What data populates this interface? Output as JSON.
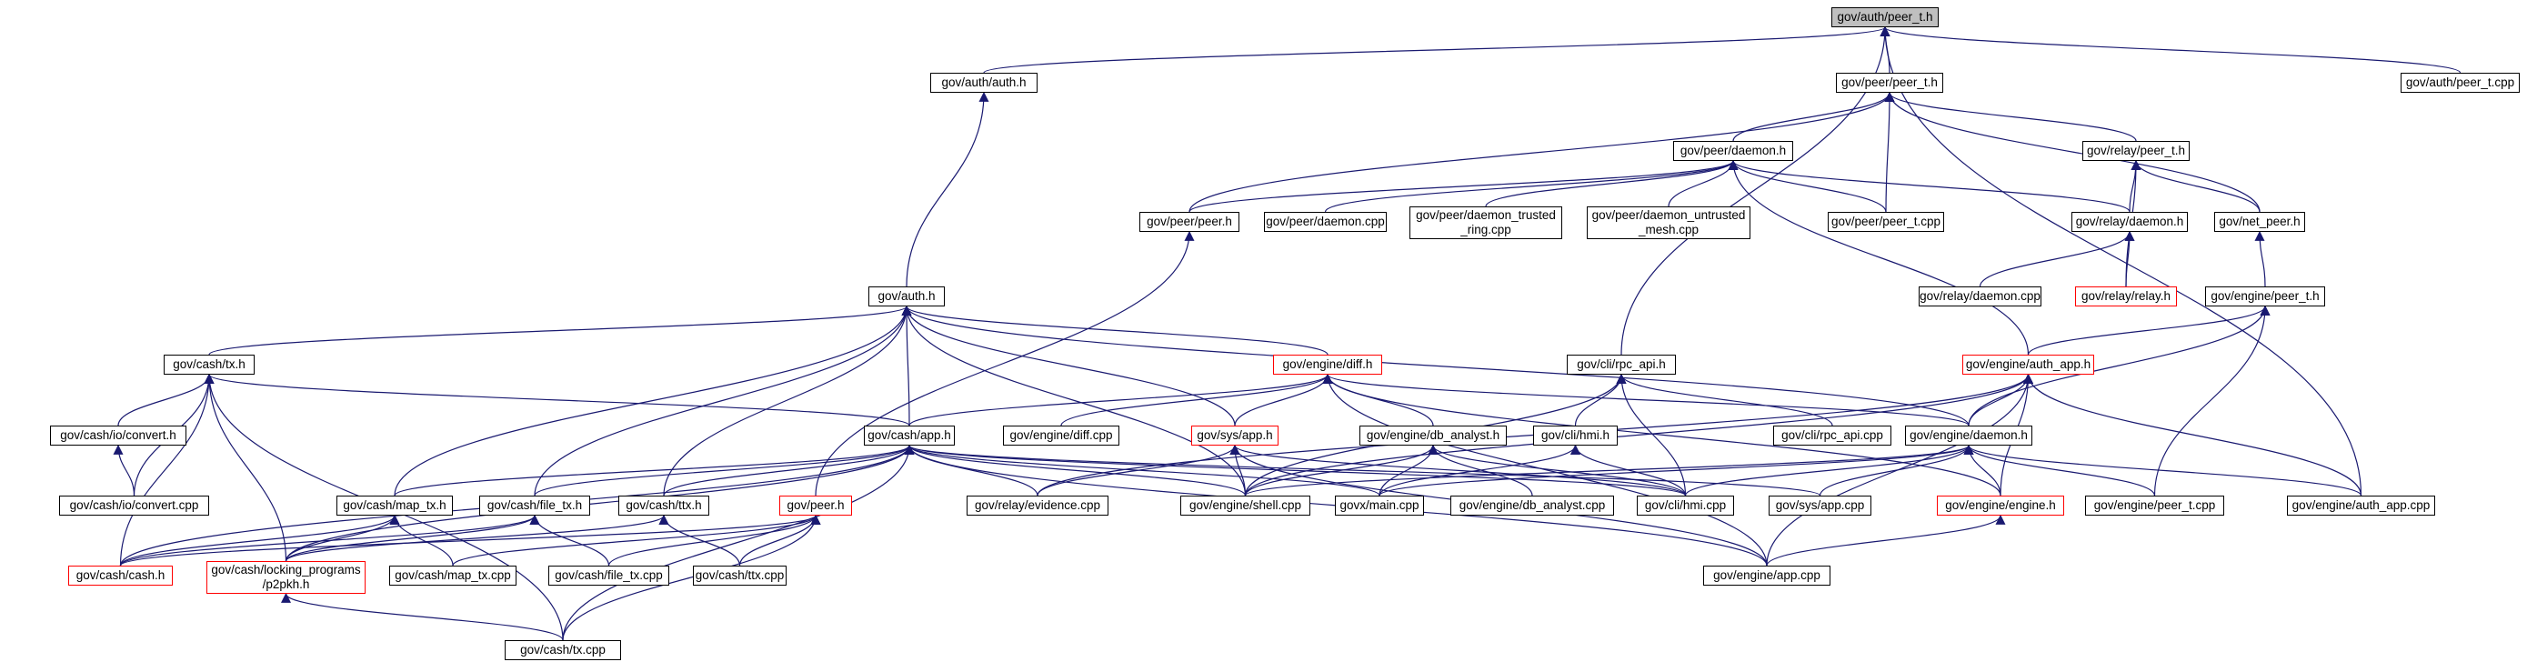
{
  "diagram": {
    "root": "gov/auth/peer_t.h",
    "edge_color": "#191970",
    "node_border_default": "#000000",
    "node_border_highlight": "#ff0000",
    "root_fill": "#bfbfbf",
    "nodes": [
      {
        "id": "root",
        "label": "gov/auth/peer_t.h",
        "style": "root"
      },
      {
        "id": "auth_h",
        "label": "gov/auth/auth.h",
        "style": "normal"
      },
      {
        "id": "peer_peer_t_h",
        "label": "gov/peer/peer_t.h",
        "style": "normal"
      },
      {
        "id": "auth_peer_t_cpp",
        "label": "gov/auth/peer_t.cpp",
        "style": "normal"
      },
      {
        "id": "peer_daemon_h",
        "label": "gov/peer/daemon.h",
        "style": "normal"
      },
      {
        "id": "relay_peer_t_h",
        "label": "gov/relay/peer_t.h",
        "style": "normal"
      },
      {
        "id": "peer_peer_h",
        "label": "gov/peer/peer.h",
        "style": "normal"
      },
      {
        "id": "peer_daemon_cpp",
        "label": "gov/peer/daemon.cpp",
        "style": "normal"
      },
      {
        "id": "peer_daemon_trusted",
        "label": "gov/peer/daemon_trusted\n_ring.cpp",
        "style": "normal"
      },
      {
        "id": "peer_daemon_untrusted",
        "label": "gov/peer/daemon_untrusted\n_mesh.cpp",
        "style": "normal"
      },
      {
        "id": "peer_peer_t_cpp",
        "label": "gov/peer/peer_t.cpp",
        "style": "normal"
      },
      {
        "id": "relay_daemon_h",
        "label": "gov/relay/daemon.h",
        "style": "normal"
      },
      {
        "id": "net_peer_h",
        "label": "gov/net_peer.h",
        "style": "normal"
      },
      {
        "id": "relay_daemon_cpp",
        "label": "gov/relay/daemon.cpp",
        "style": "normal"
      },
      {
        "id": "relay_relay_h",
        "label": "gov/relay/relay.h",
        "style": "red"
      },
      {
        "id": "engine_peer_t_h",
        "label": "gov/engine/peer_t.h",
        "style": "normal"
      },
      {
        "id": "auth_h2",
        "label": "gov/auth.h",
        "style": "normal"
      },
      {
        "id": "cash_tx_h",
        "label": "gov/cash/tx.h",
        "style": "normal"
      },
      {
        "id": "engine_diff_h",
        "label": "gov/engine/diff.h",
        "style": "red"
      },
      {
        "id": "cli_rpc_api_h",
        "label": "gov/cli/rpc_api.h",
        "style": "normal"
      },
      {
        "id": "engine_auth_app_h",
        "label": "gov/engine/auth_app.h",
        "style": "red"
      },
      {
        "id": "cash_io_convert_h",
        "label": "gov/cash/io/convert.h",
        "style": "normal"
      },
      {
        "id": "cash_app_h",
        "label": "gov/cash/app.h",
        "style": "normal"
      },
      {
        "id": "engine_diff_cpp",
        "label": "gov/engine/diff.cpp",
        "style": "normal"
      },
      {
        "id": "sys_app_h",
        "label": "gov/sys/app.h",
        "style": "red"
      },
      {
        "id": "engine_db_analyst_h",
        "label": "gov/engine/db_analyst.h",
        "style": "normal"
      },
      {
        "id": "cli_hmi_h",
        "label": "gov/cli/hmi.h",
        "style": "normal"
      },
      {
        "id": "cli_rpc_api_cpp",
        "label": "gov/cli/rpc_api.cpp",
        "style": "normal"
      },
      {
        "id": "engine_daemon_h",
        "label": "gov/engine/daemon.h",
        "style": "normal"
      },
      {
        "id": "cash_io_convert_cpp",
        "label": "gov/cash/io/convert.cpp",
        "style": "normal"
      },
      {
        "id": "cash_map_tx_h",
        "label": "gov/cash/map_tx.h",
        "style": "normal"
      },
      {
        "id": "cash_file_tx_h",
        "label": "gov/cash/file_tx.h",
        "style": "normal"
      },
      {
        "id": "cash_ttx_h",
        "label": "gov/cash/ttx.h",
        "style": "normal"
      },
      {
        "id": "peer_h",
        "label": "gov/peer.h",
        "style": "red"
      },
      {
        "id": "relay_evidence_cpp",
        "label": "gov/relay/evidence.cpp",
        "style": "normal"
      },
      {
        "id": "engine_shell_cpp",
        "label": "gov/engine/shell.cpp",
        "style": "normal"
      },
      {
        "id": "govx_main_cpp",
        "label": "govx/main.cpp",
        "style": "normal"
      },
      {
        "id": "engine_db_analyst_cpp",
        "label": "gov/engine/db_analyst.cpp",
        "style": "normal"
      },
      {
        "id": "cli_hmi_cpp",
        "label": "gov/cli/hmi.cpp",
        "style": "normal"
      },
      {
        "id": "sys_app_cpp",
        "label": "gov/sys/app.cpp",
        "style": "normal"
      },
      {
        "id": "engine_engine_h",
        "label": "gov/engine/engine.h",
        "style": "red"
      },
      {
        "id": "engine_peer_t_cpp",
        "label": "gov/engine/peer_t.cpp",
        "style": "normal"
      },
      {
        "id": "engine_auth_app_cpp",
        "label": "gov/engine/auth_app.cpp",
        "style": "normal"
      },
      {
        "id": "cash_cash_h",
        "label": "gov/cash/cash.h",
        "style": "red"
      },
      {
        "id": "cash_locking",
        "label": "gov/cash/locking_programs\n/p2pkh.h",
        "style": "red"
      },
      {
        "id": "cash_map_tx_cpp",
        "label": "gov/cash/map_tx.cpp",
        "style": "normal"
      },
      {
        "id": "cash_file_tx_cpp",
        "label": "gov/cash/file_tx.cpp",
        "style": "normal"
      },
      {
        "id": "cash_ttx_cpp",
        "label": "gov/cash/ttx.cpp",
        "style": "normal"
      },
      {
        "id": "engine_app_cpp",
        "label": "gov/engine/app.cpp",
        "style": "normal"
      },
      {
        "id": "cash_tx_cpp",
        "label": "gov/cash/tx.cpp",
        "style": "normal"
      }
    ],
    "edges": [
      [
        "auth_h",
        "root"
      ],
      [
        "peer_peer_t_h",
        "root"
      ],
      [
        "auth_peer_t_cpp",
        "root"
      ],
      [
        "cli_rpc_api_h",
        "root"
      ],
      [
        "engine_auth_app_cpp",
        "root"
      ],
      [
        "peer_daemon_h",
        "peer_peer_t_h"
      ],
      [
        "relay_peer_t_h",
        "peer_peer_t_h"
      ],
      [
        "peer_peer_h",
        "peer_peer_t_h"
      ],
      [
        "peer_peer_t_cpp",
        "peer_peer_t_h"
      ],
      [
        "net_peer_h",
        "peer_peer_t_h"
      ],
      [
        "peer_peer_h",
        "peer_daemon_h"
      ],
      [
        "peer_daemon_cpp",
        "peer_daemon_h"
      ],
      [
        "peer_daemon_trusted",
        "peer_daemon_h"
      ],
      [
        "peer_daemon_untrusted",
        "peer_daemon_h"
      ],
      [
        "peer_peer_t_cpp",
        "peer_daemon_h"
      ],
      [
        "relay_daemon_h",
        "peer_daemon_h"
      ],
      [
        "engine_auth_app_h",
        "peer_daemon_h"
      ],
      [
        "relay_daemon_h",
        "relay_peer_t_h"
      ],
      [
        "net_peer_h",
        "relay_peer_t_h"
      ],
      [
        "relay_relay_h",
        "relay_peer_t_h"
      ],
      [
        "relay_daemon_cpp",
        "relay_daemon_h"
      ],
      [
        "relay_relay_h",
        "relay_daemon_h"
      ],
      [
        "engine_peer_t_h",
        "net_peer_h"
      ],
      [
        "engine_auth_app_h",
        "engine_peer_t_h"
      ],
      [
        "engine_daemon_h",
        "engine_peer_t_h"
      ],
      [
        "engine_peer_t_cpp",
        "engine_peer_t_h"
      ],
      [
        "auth_h2",
        "auth_h"
      ],
      [
        "peer_h",
        "peer_peer_h"
      ],
      [
        "cash_tx_h",
        "auth_h2"
      ],
      [
        "cash_app_h",
        "auth_h2"
      ],
      [
        "engine_diff_h",
        "auth_h2"
      ],
      [
        "sys_app_h",
        "auth_h2"
      ],
      [
        "engine_daemon_h",
        "auth_h2"
      ],
      [
        "cash_map_tx_h",
        "auth_h2"
      ],
      [
        "cash_file_tx_h",
        "auth_h2"
      ],
      [
        "cash_ttx_h",
        "auth_h2"
      ],
      [
        "engine_shell_cpp",
        "auth_h2"
      ],
      [
        "cash_io_convert_h",
        "cash_tx_h"
      ],
      [
        "cash_io_convert_cpp",
        "cash_tx_h"
      ],
      [
        "cash_app_h",
        "cash_tx_h"
      ],
      [
        "cash_cash_h",
        "cash_tx_h"
      ],
      [
        "cash_locking",
        "cash_tx_h"
      ],
      [
        "cash_tx_cpp",
        "cash_tx_h"
      ],
      [
        "cash_io_convert_cpp",
        "cash_io_convert_h"
      ],
      [
        "cash_app_h",
        "engine_diff_h"
      ],
      [
        "engine_diff_cpp",
        "engine_diff_h"
      ],
      [
        "sys_app_h",
        "engine_diff_h"
      ],
      [
        "engine_db_analyst_h",
        "engine_diff_h"
      ],
      [
        "engine_daemon_h",
        "engine_diff_h"
      ],
      [
        "engine_engine_h",
        "engine_diff_h"
      ],
      [
        "engine_app_cpp",
        "engine_diff_h"
      ],
      [
        "cli_hmi_h",
        "cli_rpc_api_h"
      ],
      [
        "cli_rpc_api_cpp",
        "cli_rpc_api_h"
      ],
      [
        "cli_hmi_cpp",
        "cli_rpc_api_h"
      ],
      [
        "engine_shell_cpp",
        "cli_rpc_api_h"
      ],
      [
        "engine_daemon_h",
        "engine_auth_app_h"
      ],
      [
        "engine_engine_h",
        "engine_auth_app_h"
      ],
      [
        "engine_app_cpp",
        "engine_auth_app_h"
      ],
      [
        "engine_auth_app_cpp",
        "engine_auth_app_h"
      ],
      [
        "relay_evidence_cpp",
        "engine_auth_app_h"
      ],
      [
        "engine_shell_cpp",
        "engine_auth_app_h"
      ],
      [
        "cash_map_tx_h",
        "cash_app_h"
      ],
      [
        "cash_file_tx_h",
        "cash_app_h"
      ],
      [
        "cash_ttx_h",
        "cash_app_h"
      ],
      [
        "cash_cash_h",
        "cash_app_h"
      ],
      [
        "cash_locking",
        "cash_app_h"
      ],
      [
        "relay_evidence_cpp",
        "cash_app_h"
      ],
      [
        "engine_shell_cpp",
        "cash_app_h"
      ],
      [
        "govx_main_cpp",
        "cash_app_h"
      ],
      [
        "cli_hmi_cpp",
        "cash_app_h"
      ],
      [
        "engine_app_cpp",
        "cash_app_h"
      ],
      [
        "cash_tx_cpp",
        "cash_app_h"
      ],
      [
        "sys_app_cpp",
        "cash_app_h"
      ],
      [
        "relay_evidence_cpp",
        "sys_app_h"
      ],
      [
        "engine_shell_cpp",
        "sys_app_h"
      ],
      [
        "cli_hmi_cpp",
        "sys_app_h"
      ],
      [
        "engine_app_cpp",
        "sys_app_h"
      ],
      [
        "engine_shell_cpp",
        "engine_db_analyst_h"
      ],
      [
        "govx_main_cpp",
        "engine_db_analyst_h"
      ],
      [
        "engine_db_analyst_cpp",
        "engine_db_analyst_h"
      ],
      [
        "cli_hmi_cpp",
        "engine_db_analyst_h"
      ],
      [
        "govx_main_cpp",
        "cli_hmi_h"
      ],
      [
        "cli_hmi_cpp",
        "cli_hmi_h"
      ],
      [
        "sys_app_cpp",
        "engine_daemon_h"
      ],
      [
        "engine_engine_h",
        "engine_daemon_h"
      ],
      [
        "engine_peer_t_cpp",
        "engine_daemon_h"
      ],
      [
        "engine_auth_app_cpp",
        "engine_daemon_h"
      ],
      [
        "engine_shell_cpp",
        "engine_daemon_h"
      ],
      [
        "govx_main_cpp",
        "engine_daemon_h"
      ],
      [
        "cli_hmi_cpp",
        "engine_daemon_h"
      ],
      [
        "engine_app_cpp",
        "engine_engine_h"
      ],
      [
        "cash_cash_h",
        "cash_map_tx_h"
      ],
      [
        "cash_locking",
        "cash_map_tx_h"
      ],
      [
        "cash_map_tx_cpp",
        "cash_map_tx_h"
      ],
      [
        "cash_cash_h",
        "cash_file_tx_h"
      ],
      [
        "cash_locking",
        "cash_file_tx_h"
      ],
      [
        "cash_file_tx_cpp",
        "cash_file_tx_h"
      ],
      [
        "cash_locking",
        "cash_ttx_h"
      ],
      [
        "cash_ttx_cpp",
        "cash_ttx_h"
      ],
      [
        "cash_map_tx_cpp",
        "peer_h"
      ],
      [
        "cash_file_tx_cpp",
        "peer_h"
      ],
      [
        "cash_ttx_cpp",
        "peer_h"
      ],
      [
        "cash_tx_cpp",
        "peer_h"
      ],
      [
        "cash_cash_h",
        "peer_h"
      ],
      [
        "cash_tx_cpp",
        "cash_locking"
      ]
    ]
  }
}
